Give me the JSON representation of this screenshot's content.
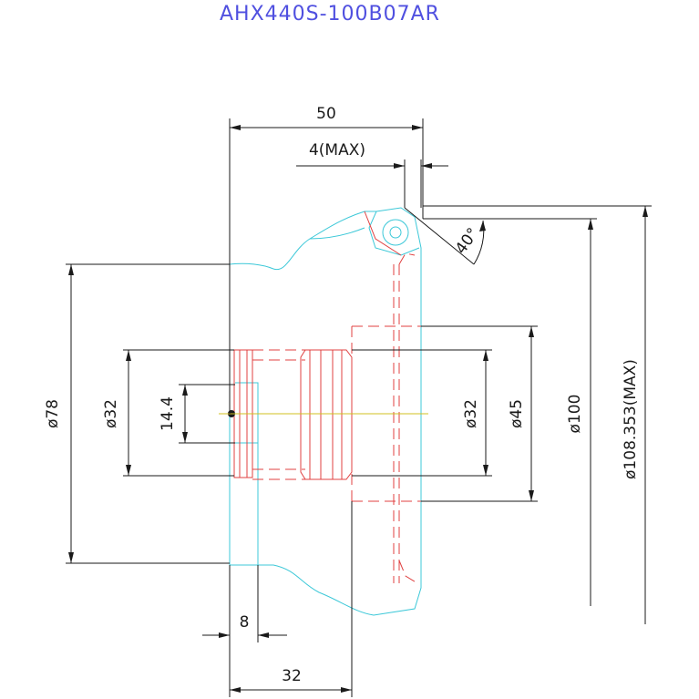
{
  "title": "AHX440S-100B07AR",
  "colors": {
    "title": "#5050e0",
    "body_outline": "#3cc8d8",
    "wheel": "#e04040",
    "dimension": "#1a1a1a"
  },
  "dimensions": {
    "width_50": "50",
    "clearance_4max": "4(MAX)",
    "angle_40": "40°",
    "dia_78": "ø78",
    "dia_32_left": "ø32",
    "bore_14_4": "14.4",
    "dia_32_right": "ø32",
    "dia_45": "ø45",
    "dia_100": "ø100",
    "dia_108_max": "ø108.353(MAX)",
    "width_8": "8",
    "width_32": "32"
  }
}
